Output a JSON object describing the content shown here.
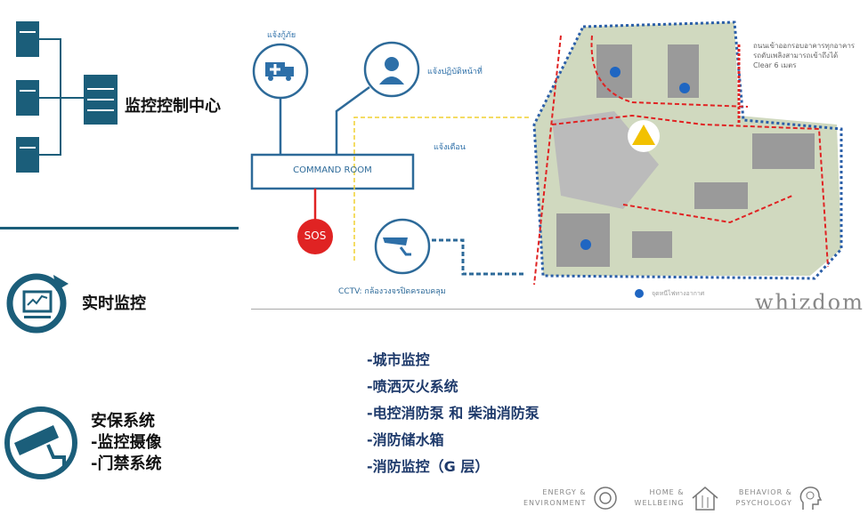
{
  "left": {
    "control_center": "监控控制中心",
    "realtime": "实时监控",
    "security": [
      "安保系统",
      "-监控摄像",
      "-门禁系统"
    ]
  },
  "diagram": {
    "rescue_label": "แจ้งกู้ภัย",
    "duty_label": "แจ้งปฏิบัติหน้าที่",
    "alert_label": "แจ้งเตือน",
    "command_room": "COMMAND ROOM",
    "sos": "SOS",
    "cctv_label": "CCTV: กล้องวงจรปิดครอบคลุม",
    "map_note": [
      "ถนนเข้าออกรอบอาคารทุกอาคาร",
      "รถดับเพลิงสามารถเข้าถึงได้",
      "Clear 6 เมตร"
    ],
    "map_legend": "จุดหนีไฟทางอากาศ",
    "logo": "whizdom"
  },
  "features": [
    "-城市监控",
    "-喷洒灭火系统",
    "-电控消防泵 和 柴油消防泵",
    "-消防储水箱",
    "-消防监控（G 层）"
  ],
  "footer": [
    {
      "line1": "ENERGY &",
      "line2": "ENVIRONMENT",
      "icon": "cycle-icon"
    },
    {
      "line1": "HOME &",
      "line2": "WELLBEING",
      "icon": "house-icon"
    },
    {
      "line1": "BEHAVIOR &",
      "line2": "PSYCHOLOGY",
      "icon": "head-icon"
    }
  ],
  "colors": {
    "navy": "#1b5e7a",
    "blue": "#2d6fa8",
    "red": "#e02323"
  }
}
